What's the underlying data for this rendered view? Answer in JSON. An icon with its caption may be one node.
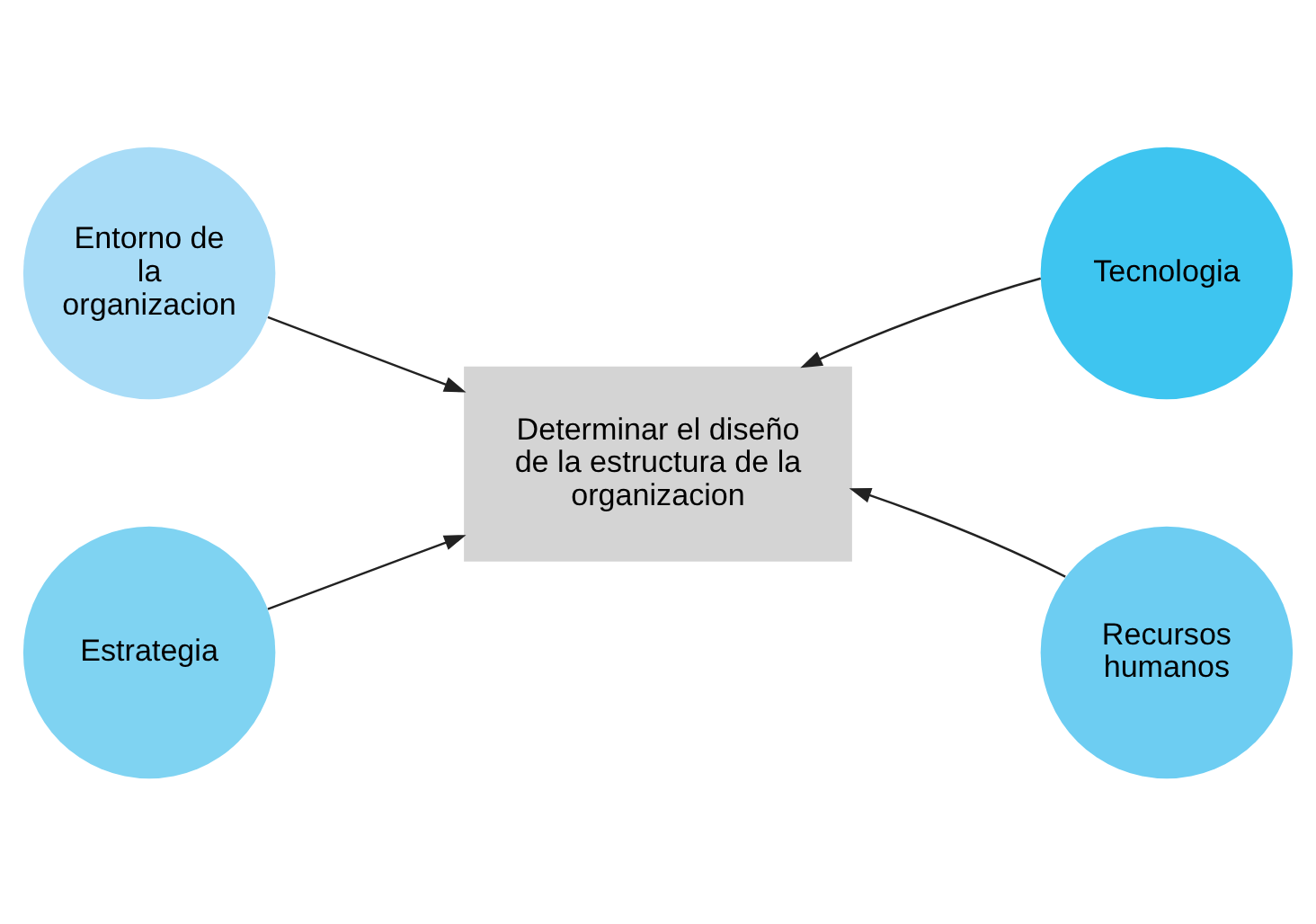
{
  "diagram": {
    "nodes": [
      {
        "text": [
          "Entorno de la organizacion"
        ]
      },
      {
        "text": [
          "Tecnologia"
        ]
      },
      {
        "text": [
          "Determinar el diseño de la estructura de la organizacion"
        ]
      },
      {
        "text": [
          "Estrategia"
        ]
      },
      {
        "text": [
          "Recursos humanos"
        ]
      }
    ],
    "edges": [
      {
        "from": 0,
        "to": 2,
        "arrow": "to"
      },
      {
        "from": 1,
        "to": 2,
        "arrow": "to"
      },
      {
        "from": 3,
        "to": 2,
        "arrow": "to"
      },
      {
        "from": 4,
        "to": 2,
        "arrow": "to"
      }
    ]
  }
}
